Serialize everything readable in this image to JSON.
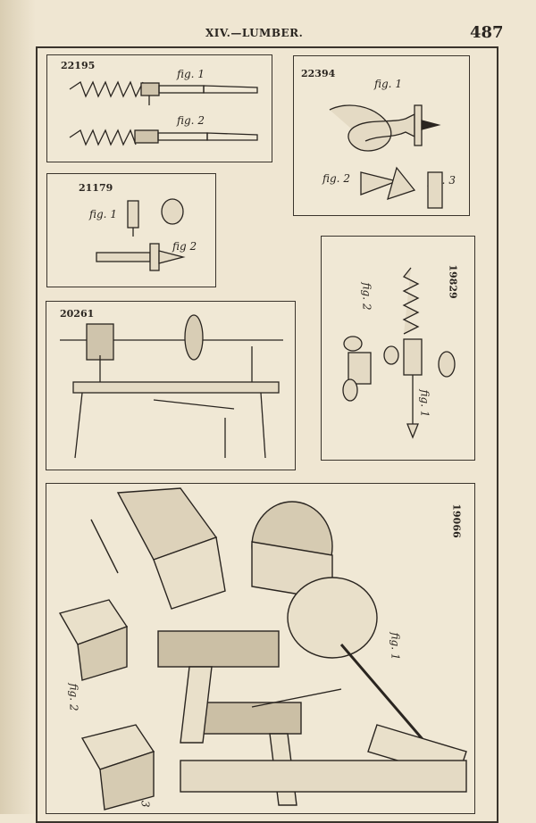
{
  "header": {
    "running_head": "XIV.—LUMBER.",
    "page_number": "487"
  },
  "panels": {
    "p22195": {
      "number": "22195",
      "fig1": "fig. 1",
      "fig2": "fig. 2"
    },
    "p22394": {
      "number": "22394",
      "fig1": "fig. 1",
      "fig2": "fig. 2",
      "fig3": "fig. 3"
    },
    "p21179": {
      "number": "21179",
      "fig1": "fig. 1",
      "fig2": "fig 2"
    },
    "p20261": {
      "number": "20261"
    },
    "p19829": {
      "number": "19829",
      "fig1": "fig. 1",
      "fig2": "fig. 2"
    },
    "p19066": {
      "number": "19066",
      "fig1": "fig. 1",
      "fig2": "fig. 2",
      "fig3": "fig. 3"
    }
  }
}
